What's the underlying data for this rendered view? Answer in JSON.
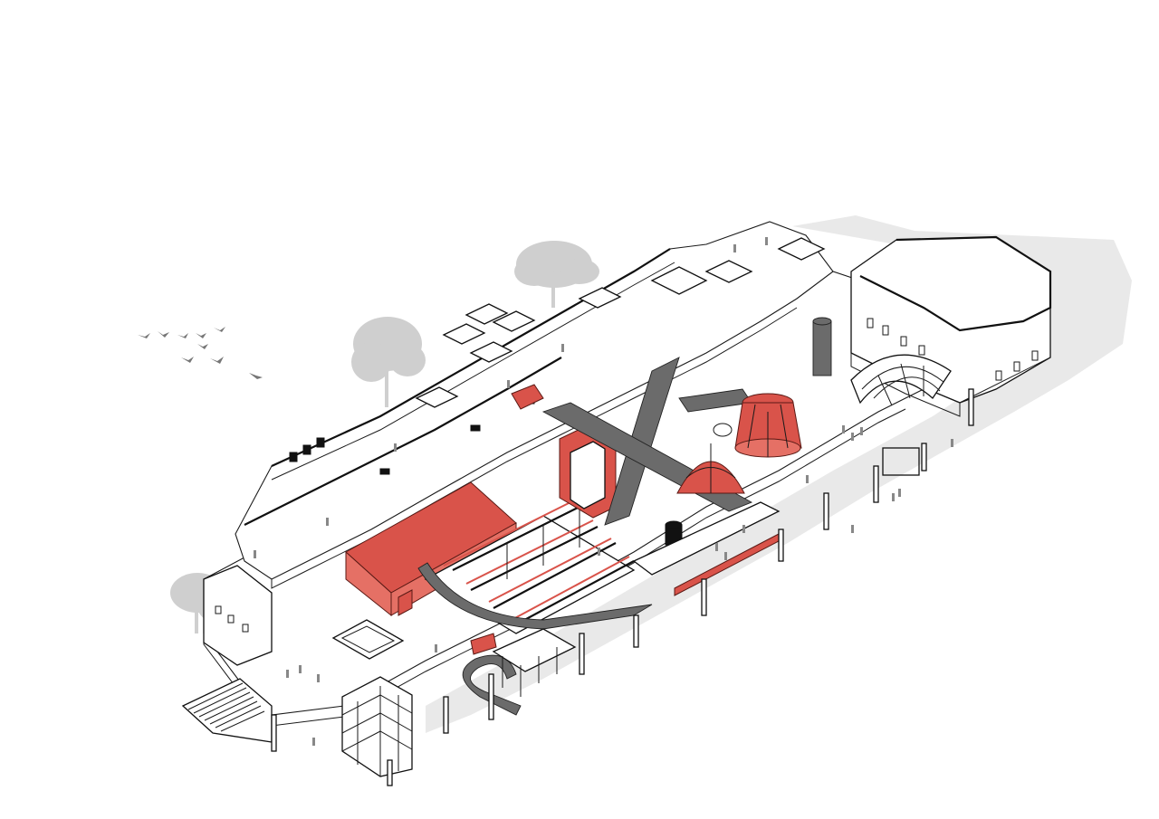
{
  "drawing": {
    "kind": "isometric-architectural-cutaway",
    "colors": {
      "background": "#ffffff",
      "linework": "#1a1a1a",
      "highlight_volumes": "#d9534a",
      "ground_shadow": "#e9e9e9",
      "trees": "#cfcfcf",
      "dark_elements": "#6b6b6b"
    },
    "elements": [
      "ground-shadow",
      "background-trees",
      "bird-flock",
      "main-floor-slab",
      "rooftop-terrace",
      "east-annex-building",
      "barrel-vault-canopy",
      "red-rooftop-hall",
      "red-sawtooth-roof-frames",
      "red-conical-tower",
      "red-dome",
      "red-elevator-core",
      "dark-diagonal-bridge",
      "curved-ramp-walkway",
      "spiral-ramp",
      "stair-tower-scaffold",
      "entrance-steps",
      "courtyard-void",
      "support-columns",
      "people-figures"
    ]
  }
}
